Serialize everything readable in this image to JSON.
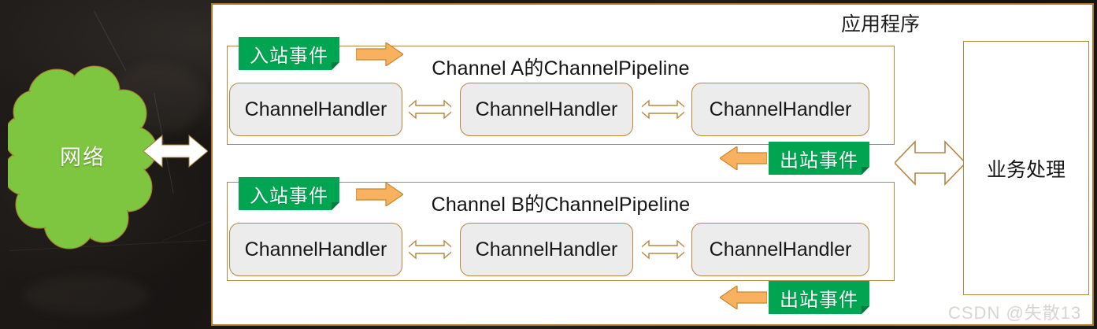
{
  "background": {
    "board_color": "#1a1614",
    "cloud_color": "#7ec63f",
    "cloud_label": "网络"
  },
  "colors": {
    "green": "#00a551",
    "green_fold": "#007a3c",
    "orange": "#f8b25f",
    "orange_border": "#c8862c",
    "box_border": "#b5863f",
    "panel_border": "#ae7a2a",
    "handler_fill": "#ececec",
    "watermark": "#d8d5d0"
  },
  "app": {
    "title": "应用程序"
  },
  "network_arrow": {
    "name": "network-app-bidirectional-arrow",
    "direction": "both"
  },
  "pipelines": [
    {
      "id": "channel-a",
      "title_prefix": "Channel A",
      "title_middle": "的",
      "title_suffix": "ChannelPipeline",
      "title_full": "Channel A的ChannelPipeline",
      "inbound_label": "入站事件",
      "outbound_label": "出站事件",
      "handlers": [
        {
          "label": "ChannelHandler"
        },
        {
          "label": "ChannelHandler"
        },
        {
          "label": "ChannelHandler"
        }
      ]
    },
    {
      "id": "channel-b",
      "title_prefix": "Channel B",
      "title_middle": "的",
      "title_suffix": "ChannelPipeline",
      "title_full": "Channel B的ChannelPipeline",
      "inbound_label": "入站事件",
      "outbound_label": "出站事件",
      "handlers": [
        {
          "label": "ChannelHandler"
        },
        {
          "label": "ChannelHandler"
        },
        {
          "label": "ChannelHandler"
        }
      ]
    }
  ],
  "business": {
    "label": "业务处理"
  },
  "watermark": {
    "text": "CSDN @失散13"
  }
}
